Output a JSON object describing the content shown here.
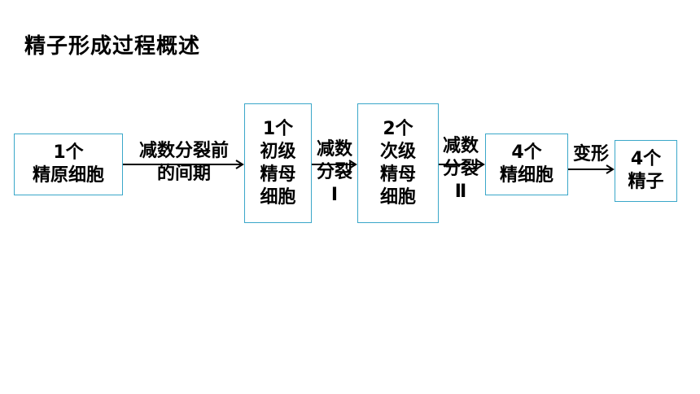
{
  "title": "精子形成过程概述",
  "nodes": {
    "primordial": [
      "1个",
      "精原细胞"
    ],
    "primary": [
      "1个",
      "初级",
      "精母",
      "细胞"
    ],
    "secondary": [
      "2个",
      "次级",
      "精母",
      "细胞"
    ],
    "spermatid": [
      "4个",
      "精细胞"
    ],
    "sperm": [
      "4个",
      "精子"
    ]
  },
  "edges": {
    "interphase": [
      "减数分裂前",
      "的间期"
    ],
    "meiosis1": [
      "减数",
      "分裂",
      "Ⅰ"
    ],
    "meiosis2": [
      "减数",
      "分裂",
      "Ⅱ"
    ],
    "transform": [
      "变形"
    ]
  },
  "colors": {
    "box_border": "#3aa7c9",
    "text": "#000000"
  }
}
